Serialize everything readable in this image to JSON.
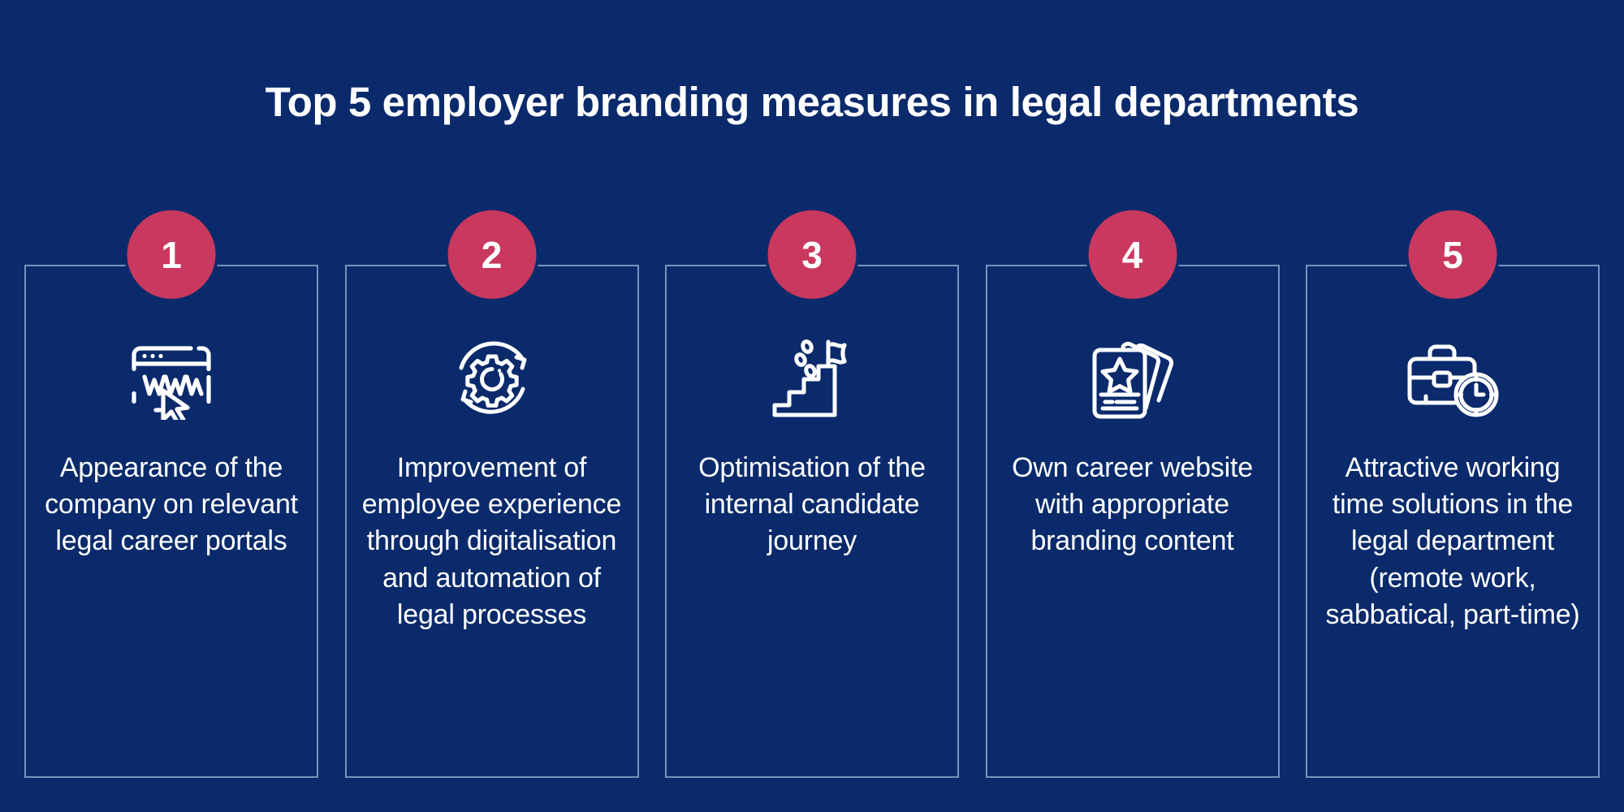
{
  "title": "Top 5 employer branding measures in legal departments",
  "colors": {
    "background": "#0a2a6b",
    "badge": "#c9385e",
    "border": "#7694bd",
    "text": "#ffffff"
  },
  "cards": [
    {
      "number": "1",
      "icon": "browser-www-cursor-icon",
      "text": "Appearance of the company on relevant legal career portals"
    },
    {
      "number": "2",
      "icon": "gear-cycle-arrows-icon",
      "text": "Improvement of employee experience through digitalisation and automation of legal processes"
    },
    {
      "number": "3",
      "icon": "stairs-flag-icon",
      "text": "Optimisation of the internal candidate journey"
    },
    {
      "number": "4",
      "icon": "star-cards-stack-icon",
      "text": "Own career website with appropriate branding content"
    },
    {
      "number": "5",
      "icon": "briefcase-clock-icon",
      "text": "Attractive working time solutions in the legal department (remote work, sabbatical, part-time)"
    }
  ]
}
